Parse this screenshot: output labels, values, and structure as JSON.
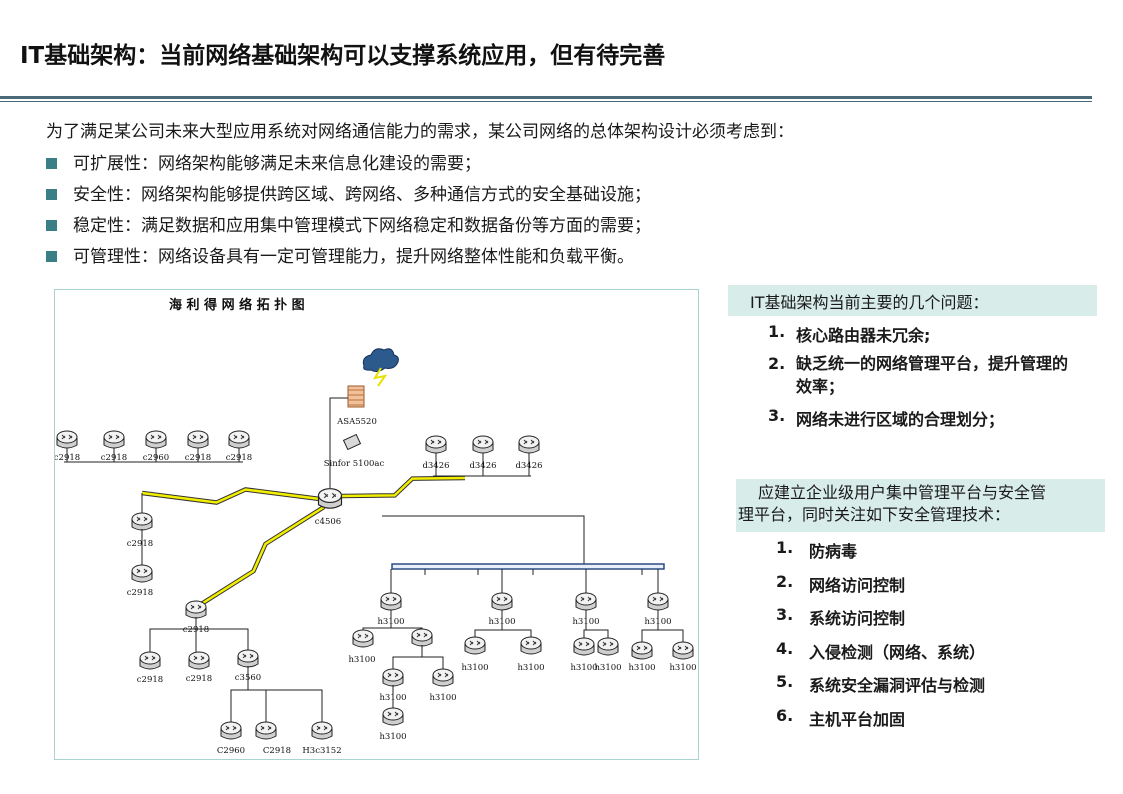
{
  "title": "IT基础架构：当前网络基础架构可以支撑系统应用，但有待完善",
  "intro": "为了满足某公司未来大型应用系统对网络通信能力的需求，某公司网络的总体架构设计必须考虑到：",
  "bullets": [
    "可扩展性：网络架构能够满足未来信息化建设的需要；",
    "安全性：网络架构能够提供跨区域、跨网络、多种通信方式的安全基础设施；",
    "稳定性：满足数据和应用集中管理模式下网络稳定和数据备份等方面的需要；",
    "可管理性：网络设备具有一定可管理能力，提升网络整体性能和负载平衡。"
  ],
  "diagram": {
    "title": "海 利 得 网 络 拓 扑 图",
    "labels": {
      "firewall": "ASA5520",
      "sinfor": "Sinfor 5100ac",
      "core": "c4506",
      "top_row": [
        "c2918",
        "c2918",
        "c2960",
        "c2918",
        "c2918"
      ],
      "d_row": [
        "d3426",
        "d3426",
        "d3426"
      ],
      "left_chain": [
        "c2918",
        "c2918"
      ],
      "dist": "c2918",
      "dist_children": [
        "c2918",
        "c2918",
        "c3560"
      ],
      "bottom_children": [
        "C2960",
        "C2918",
        "H3c3152"
      ],
      "h_groups": [
        "h3100",
        "h3100",
        "h3100",
        "h3100"
      ],
      "h_sub": [
        "h3100",
        "h3100",
        "h3100",
        "h3100",
        "h3100",
        "h3100",
        "h3100",
        "h3100",
        "h3100",
        "h3100",
        "h3100"
      ]
    }
  },
  "issues_box": {
    "heading": "IT基础架构当前主要的几个问题：",
    "items": [
      {
        "num": "1.",
        "text": "核心路由器未冗余;"
      },
      {
        "num": "2.",
        "text": "缺乏统一的网络管理平台，提升管理的效率；"
      },
      {
        "num": "3.",
        "text": "网络未进行区域的合理划分；"
      }
    ]
  },
  "platform_box": {
    "line1": "应建立企业级用户集中管理平台与安全管",
    "line2": "理平台，同时关注如下安全管理技术：",
    "items": [
      {
        "num": "1.",
        "text": "防病毒"
      },
      {
        "num": "2.",
        "text": "网络访问控制"
      },
      {
        "num": "3.",
        "text": "系统访问控制"
      },
      {
        "num": "4.",
        "text": "入侵检测（网络、系统）"
      },
      {
        "num": "5.",
        "text": "系统安全漏洞评估与检测"
      },
      {
        "num": "6.",
        "text": "主机平台加固"
      }
    ]
  },
  "colors": {
    "accent": "#3a7f86",
    "box_bg": "#d8ecea",
    "rule": "#4a6a78",
    "lightning": "#f2ee00"
  }
}
